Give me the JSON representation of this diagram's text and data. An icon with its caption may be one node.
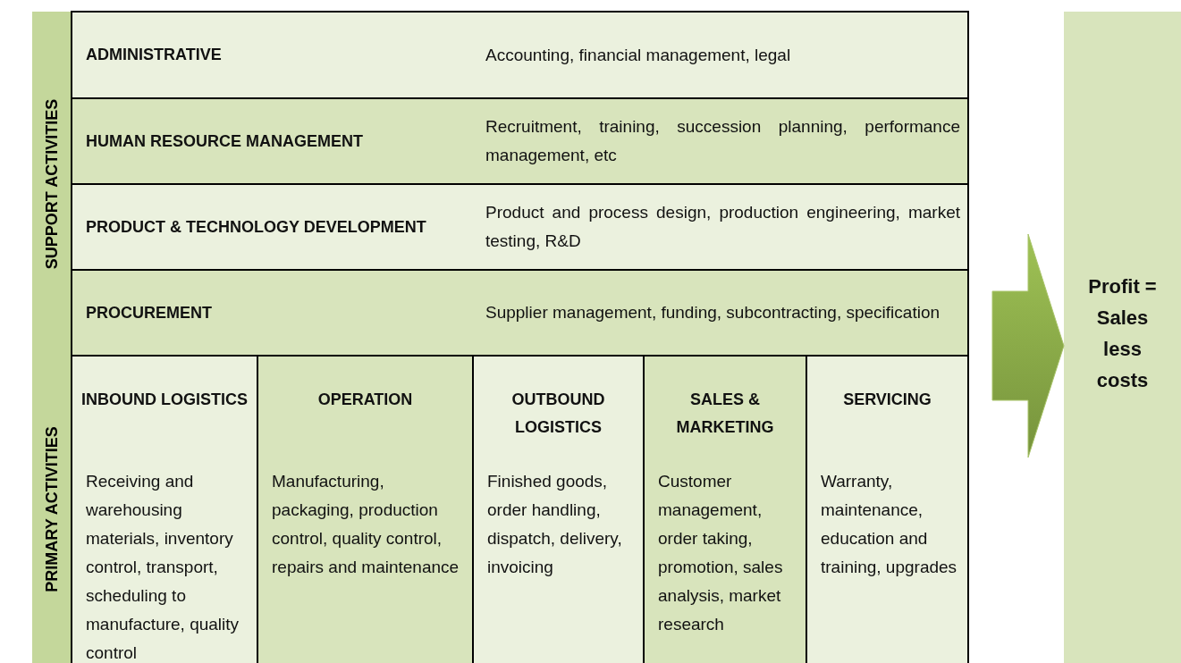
{
  "diagram": {
    "nodes": [
      {
        "text": [
          "SUPPORT ACTIVITIES"
        ]
      },
      {
        "text": [
          "ADMINISTRATIVE",
          "Accounting, financial management, legal"
        ]
      },
      {
        "text": [
          "HUMAN RESOURCE MANAGEMENT",
          "Recruitment, training, succession planning, performance management, etc"
        ]
      },
      {
        "text": [
          "PRODUCT & TECHNOLOGY DEVELOPMENT",
          "Product and process design, production engineering, market testing, R&D"
        ]
      },
      {
        "text": [
          "PROCUREMENT",
          "Supplier management, funding, subcontracting, specification"
        ]
      },
      {
        "text": [
          "PRIMARY ACTIVITIES"
        ]
      },
      {
        "text": [
          "INBOUND LOGISTICS",
          "Receiving and warehousing materials, inventory control, transport, scheduling to manufacture, quality control"
        ]
      },
      {
        "text": [
          "OPERATION",
          "Manufacturing, packaging, production control, quality control, repairs and maintenance"
        ]
      },
      {
        "text": [
          "OUTBOUND LOGISTICS",
          "Finished goods, order handling, dispatch, delivery, invoicing"
        ]
      },
      {
        "text": [
          "SALES & MARKETING",
          "Customer management, order taking, promotion, sales analysis, market research"
        ]
      },
      {
        "text": [
          "SERVICING",
          "Warranty, maintenance, education and training, upgrades"
        ]
      },
      {
        "text": [
          "Profit = Sales less costs"
        ]
      }
    ],
    "edges": [
      {
        "from": null,
        "to": 11,
        "arrow": "to",
        "style": "thick"
      }
    ]
  }
}
